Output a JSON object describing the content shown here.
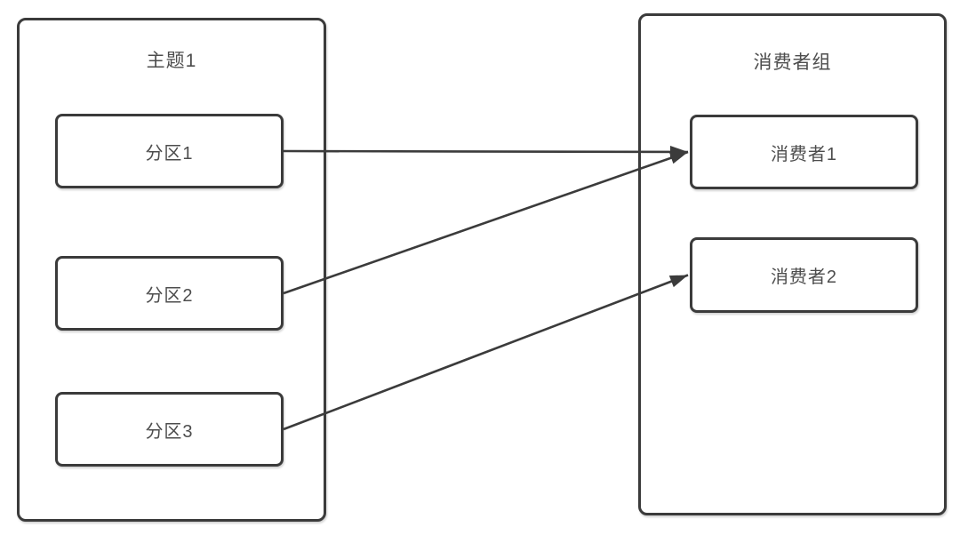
{
  "diagram": {
    "colors": {
      "background": "#ffffff",
      "stroke": "#3b3b3b",
      "text": "#4d4d4d"
    },
    "groups": [
      {
        "id": "topic-1",
        "title": "主题1",
        "children": [
          {
            "id": "partition-1",
            "label": "分区1"
          },
          {
            "id": "partition-2",
            "label": "分区2"
          },
          {
            "id": "partition-3",
            "label": "分区3"
          }
        ]
      },
      {
        "id": "consumer-group",
        "title": "消费者组",
        "children": [
          {
            "id": "consumer-1",
            "label": "消费者1"
          },
          {
            "id": "consumer-2",
            "label": "消费者2"
          }
        ]
      }
    ],
    "edges": [
      {
        "from": "partition-1",
        "to": "consumer-1"
      },
      {
        "from": "partition-2",
        "to": "consumer-1"
      },
      {
        "from": "partition-3",
        "to": "consumer-2"
      }
    ]
  }
}
